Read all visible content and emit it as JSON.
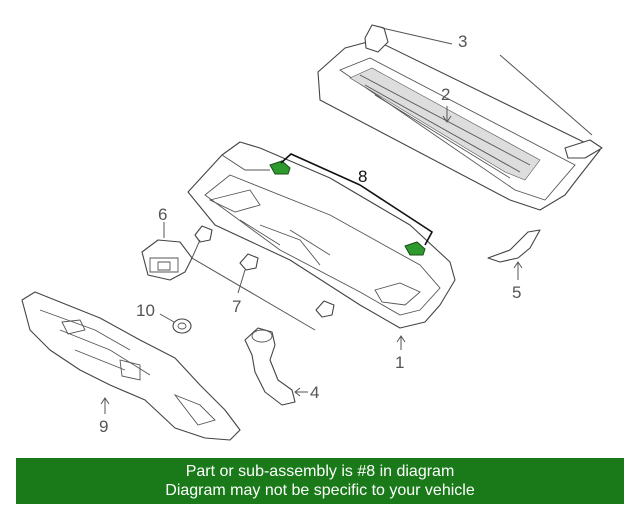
{
  "diagram": {
    "callouts": [
      {
        "id": "1",
        "label": "1"
      },
      {
        "id": "2",
        "label": "2"
      },
      {
        "id": "3",
        "label": "3"
      },
      {
        "id": "4",
        "label": "4"
      },
      {
        "id": "5",
        "label": "5"
      },
      {
        "id": "6",
        "label": "6"
      },
      {
        "id": "7",
        "label": "7"
      },
      {
        "id": "8",
        "label": "8"
      },
      {
        "id": "9",
        "label": "9"
      },
      {
        "id": "10",
        "label": "10"
      }
    ],
    "highlight_part": "8",
    "highlight_color": "#2e9a2e"
  },
  "banner": {
    "line1": "Part or sub-assembly is #8 in diagram",
    "line2": "Diagram may not be specific to your vehicle",
    "background": "#1a7a1a",
    "text_color": "#ffffff"
  }
}
